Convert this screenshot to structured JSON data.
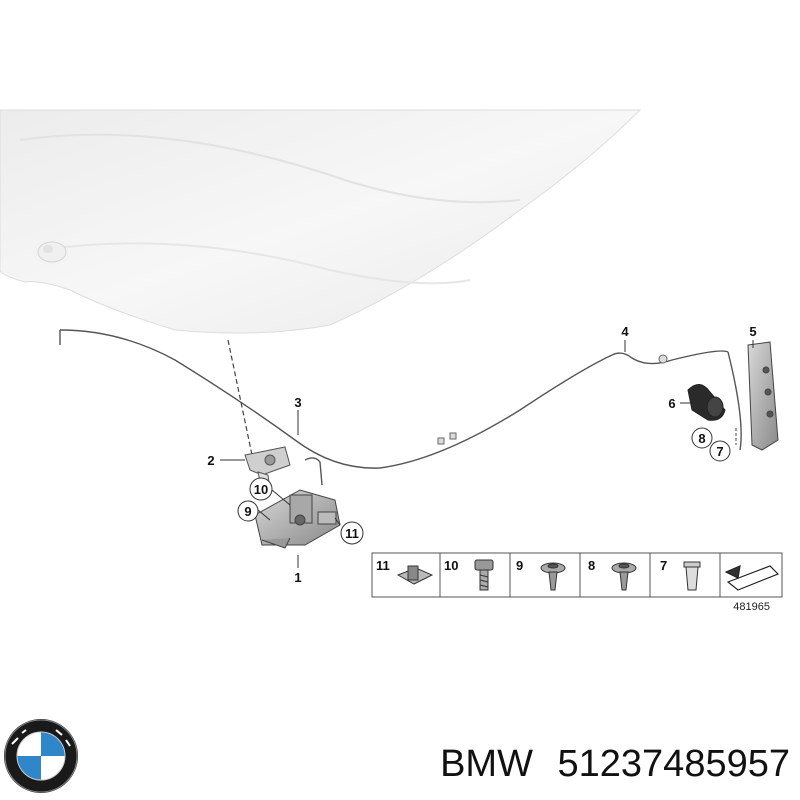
{
  "diagram": {
    "callouts": [
      {
        "id": "c1",
        "label": "1",
        "circled": false
      },
      {
        "id": "c2",
        "label": "2",
        "circled": false
      },
      {
        "id": "c3",
        "label": "3",
        "circled": false
      },
      {
        "id": "c4",
        "label": "4",
        "circled": false
      },
      {
        "id": "c5",
        "label": "5",
        "circled": false
      },
      {
        "id": "c6",
        "label": "6",
        "circled": false
      },
      {
        "id": "c7",
        "label": "7",
        "circled": true
      },
      {
        "id": "c8",
        "label": "8",
        "circled": true
      },
      {
        "id": "c9",
        "label": "9",
        "circled": true
      },
      {
        "id": "c10",
        "label": "10",
        "circled": true
      },
      {
        "id": "c11",
        "label": "11",
        "circled": true
      }
    ],
    "legend": [
      "11",
      "10",
      "9",
      "8",
      "7"
    ],
    "diagram_code": "481965"
  },
  "brand": {
    "name": "BMW",
    "part_number": "51237485957",
    "logo_icon": "bmw-roundel-icon"
  },
  "colors": {
    "hood": "#f4f4f4",
    "line": "#555555",
    "logo_blue": "#2f86c8",
    "logo_ring": "#1a1a1a"
  }
}
